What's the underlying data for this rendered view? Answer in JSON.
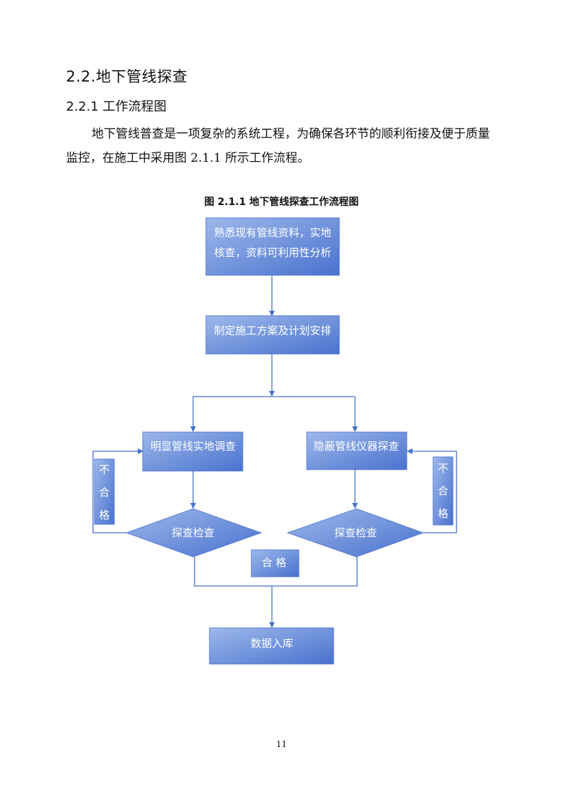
{
  "section": {
    "heading": "2.2.地下管线探查",
    "subheading": "2.2.1 工作流程图"
  },
  "body_text": "地下管线普查是一项复杂的系统工程，为确保各环节的顺利衔接及便于质量监控，在施工中采用图 2.1.1 所示工作流程。",
  "figure": {
    "caption": "图 2.1.1 地下管线探查工作流程图",
    "nodes": {
      "review_line1": "熟悉现有管线资料，实地",
      "review_line2": "核查，资料可利用性分析",
      "plan": "制定施工方案及计划安排",
      "visible_survey": "明显管线实地调查",
      "hidden_survey": "隐蔽管线仪器探查",
      "check_left": "探查检查",
      "check_right": "探查检查",
      "fail_left": [
        "不",
        "合",
        "格"
      ],
      "fail_right": [
        "不",
        "合",
        "格"
      ],
      "pass": "合 格",
      "store": "数据入库"
    },
    "colors": {
      "box_fill_light": "#94b0e4",
      "box_fill_dark": "#4a72cf",
      "line": "#4472c4"
    }
  },
  "page_number": "11"
}
